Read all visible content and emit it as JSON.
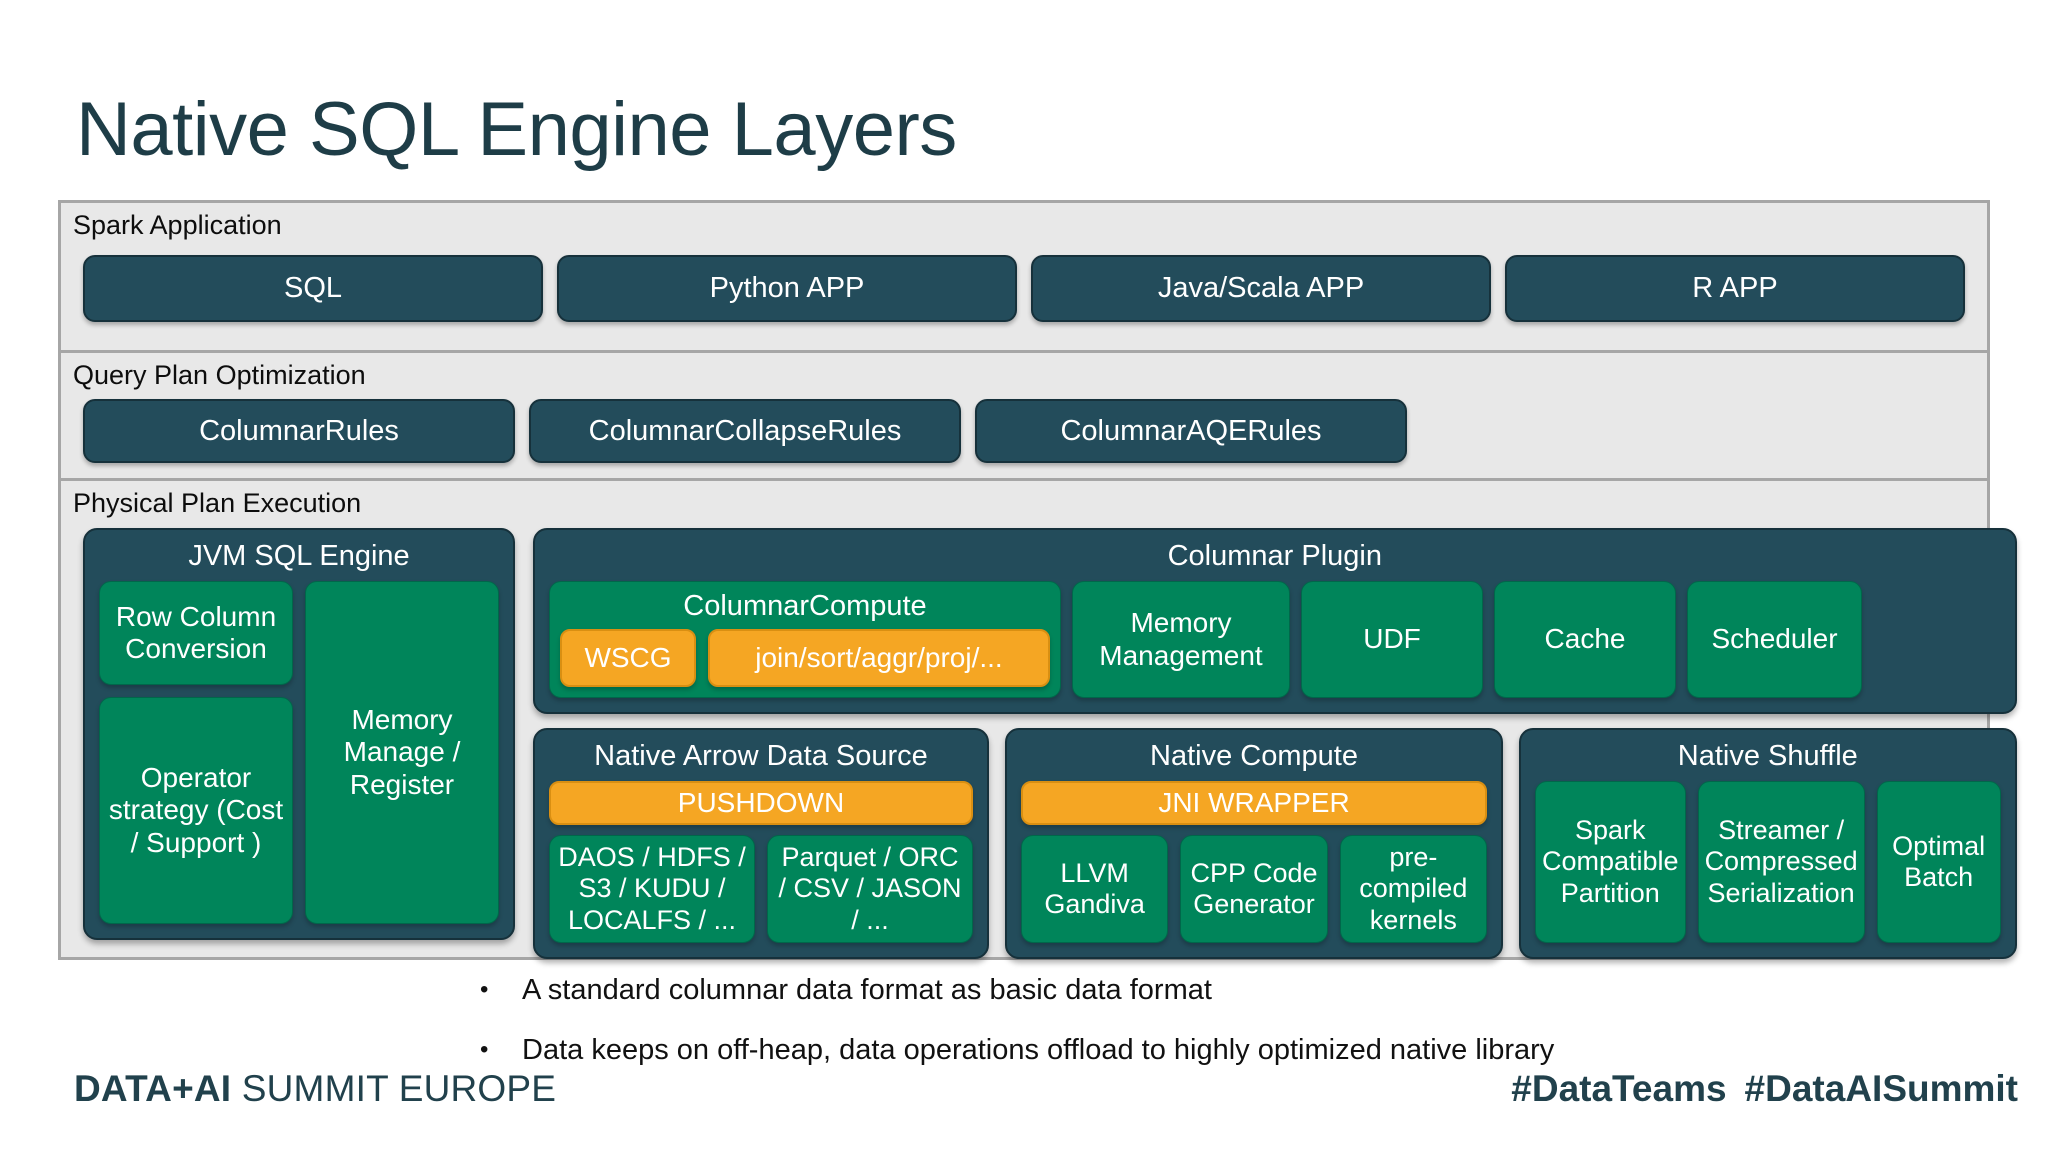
{
  "slide": {
    "title": "Native SQL Engine Layers"
  },
  "bands": {
    "spark": {
      "label": "Spark Application",
      "apps": [
        {
          "label": "SQL"
        },
        {
          "label": "Python APP"
        },
        {
          "label": "Java/Scala APP"
        },
        {
          "label": "R APP"
        }
      ]
    },
    "query_plan": {
      "label": "Query Plan Optimization",
      "rules": [
        {
          "label": "ColumnarRules"
        },
        {
          "label": "ColumnarCollapseRules"
        },
        {
          "label": "ColumnarAQERules"
        }
      ]
    },
    "physical_plan": {
      "label": "Physical Plan Execution",
      "jvm_engine": {
        "title": "JVM SQL Engine",
        "row_column_conversion": "Row Column Conversion",
        "operator_strategy": "Operator strategy (Cost / Support )",
        "memory_manage_register": "Memory Manage / Register"
      },
      "columnar_plugin": {
        "title": "Columnar Plugin",
        "columnar_compute": {
          "title": "ColumnarCompute",
          "chips": [
            {
              "label": "WSCG"
            },
            {
              "label": "join/sort/aggr/proj/..."
            }
          ]
        },
        "nodes": [
          {
            "label": "Memory Management"
          },
          {
            "label": "UDF"
          },
          {
            "label": "Cache"
          },
          {
            "label": "Scheduler"
          }
        ]
      },
      "native_arrow_data_source": {
        "title": "Native Arrow Data Source",
        "banner": "PUSHDOWN",
        "nodes": [
          {
            "label": "DAOS / HDFS / S3 / KUDU / LOCALFS / ..."
          },
          {
            "label": "Parquet / ORC / CSV / JASON / ..."
          }
        ]
      },
      "native_compute": {
        "title": "Native Compute",
        "banner": "JNI WRAPPER",
        "nodes": [
          {
            "label": "LLVM Gandiva"
          },
          {
            "label": "CPP Code Generator"
          },
          {
            "label": "pre-compiled kernels"
          }
        ]
      },
      "native_shuffle": {
        "title": "Native Shuffle",
        "nodes": [
          {
            "label": "Spark Compatible Partition"
          },
          {
            "label": "Streamer / Compressed Serialization"
          },
          {
            "label": "Optimal Batch"
          }
        ]
      }
    }
  },
  "bullets": [
    {
      "marker": "•",
      "text": "A standard columnar data format as basic data format"
    },
    {
      "marker": "•",
      "text": "Data keeps on off-heap, data operations offload to highly optimized native library"
    }
  ],
  "footer": {
    "brand_bold": "DATA+AI",
    "brand_rest": " SUMMIT EUROPE",
    "hashtags": [
      "#DataTeams",
      "#DataAISummit"
    ]
  },
  "colors": {
    "dark_teal": "#234c5b",
    "green": "#00855a",
    "orange": "#f5a623",
    "panel_gray": "#e8e8e8",
    "border_gray": "#a6a6a6",
    "title_ink": "#1e3d47"
  }
}
